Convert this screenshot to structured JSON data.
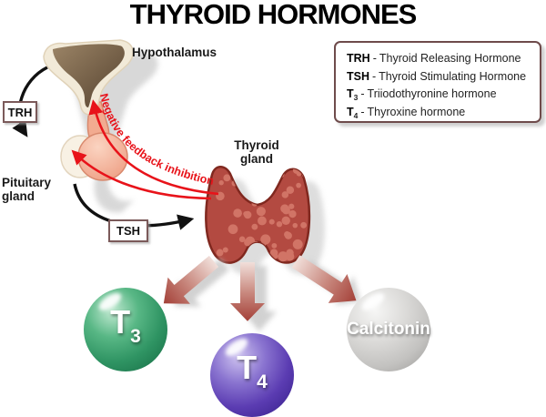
{
  "title": "THYROID HORMONES",
  "legend": {
    "separator": "-",
    "items": [
      {
        "term": "TRH",
        "sub": "",
        "desc": "Thyroid Releasing Hormone"
      },
      {
        "term": "TSH",
        "sub": "",
        "desc": "Thyroid Stimulating Hormone"
      },
      {
        "term": "T",
        "sub": "3",
        "desc": "Triiodothyronine hormone"
      },
      {
        "term": "T",
        "sub": "4",
        "desc": "Thyroxine hormone"
      }
    ]
  },
  "labels": {
    "hypothalamus": "Hypothalamus",
    "pituitary_line1": "Pituitary",
    "pituitary_line2": "gland",
    "thyroid_line1": "Thyroid",
    "thyroid_line2": "gland",
    "trh_box": "TRH",
    "tsh_box": "TSH"
  },
  "feedback": {
    "label": "Negative feedback inhibition",
    "color": "#e8131a"
  },
  "hormones": [
    {
      "name": "T",
      "sub": "3",
      "color": "#2f9463"
    },
    {
      "name": "T",
      "sub": "4",
      "color": "#5b3cb2"
    },
    {
      "name": "Calcitonin",
      "sub": "",
      "color": "#c3c2c0"
    }
  ],
  "colors": {
    "thyroid_body": "#b34a41",
    "thyroid_spots": "#d4796b",
    "secretion_arrow_dark": "#a13b33",
    "black_arrow": "#111111"
  }
}
